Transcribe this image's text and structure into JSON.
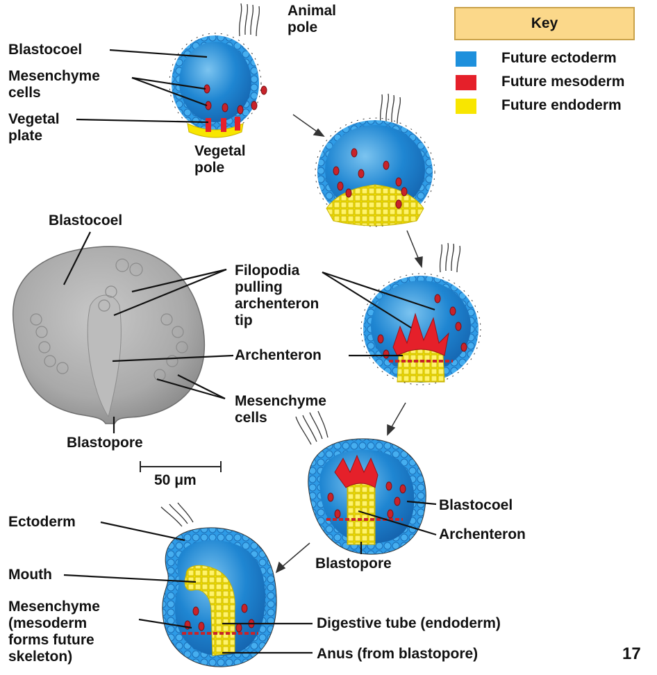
{
  "key": {
    "title": "Key",
    "items": [
      {
        "label": "Future ectoderm",
        "color": "#1e90dc"
      },
      {
        "label": "Future mesoderm",
        "color": "#e5202a"
      },
      {
        "label": "Future endoderm",
        "color": "#f8e600"
      }
    ]
  },
  "stage1": {
    "animal_pole": "Animal\npole",
    "vegetal_pole": "Vegetal\npole",
    "blastocoel": "Blastocoel",
    "mesenchyme_cells": "Mesenchyme\ncells",
    "vegetal_plate": "Vegetal\nplate"
  },
  "micrograph": {
    "blastocoel": "Blastocoel",
    "filopodia": "Filopodia\npulling\narchenteron\ntip",
    "archenteron": "Archenteron",
    "mesenchyme_cells": "Mesenchyme\ncells",
    "blastopore": "Blastopore",
    "scale_bar": "50 μm"
  },
  "stage4": {
    "blastocoel": "Blastocoel",
    "archenteron": "Archenteron",
    "blastopore": "Blastopore"
  },
  "stage5": {
    "ectoderm": "Ectoderm",
    "mouth": "Mouth",
    "mesenchyme": "Mesenchyme\n(mesoderm\nforms future\nskeleton)",
    "digestive_tube": "Digestive tube (endoderm)",
    "anus": "Anus (from blastopore)"
  },
  "page_number": "17"
}
